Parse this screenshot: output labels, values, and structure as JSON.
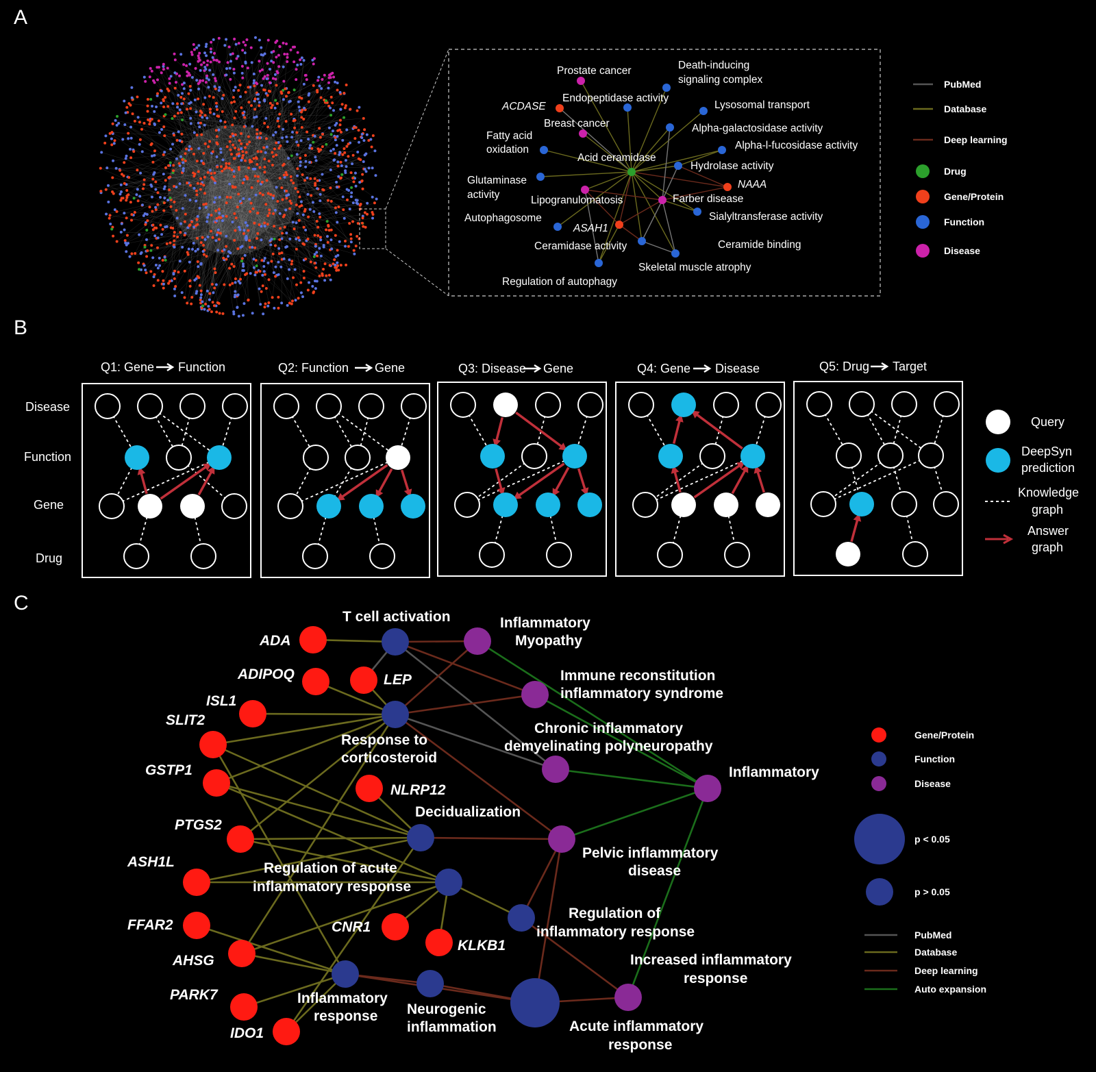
{
  "panels": {
    "a": "A",
    "b": "B",
    "c": "C"
  },
  "colors": {
    "pubmed": "#555555",
    "database": "#6b6a1e",
    "deep_learning": "#6b2a1c",
    "auto_expansion": "#1b6e1b",
    "drug": "#2ca02c",
    "gene": "#f0401c",
    "function": "#2a66d6",
    "disease": "#cc22aa",
    "query": "#ffffff",
    "prediction": "#1ab8e6",
    "answer": "#c0303a",
    "c_gene": "#ff1a12",
    "c_function": "#2b3a8f",
    "c_disease": "#8a2a96"
  },
  "panel_a": {
    "center": "Acid ceramidase",
    "nodes": [
      {
        "label": "Prostate cancer",
        "type": "disease"
      },
      {
        "label": "Death-inducing",
        "type": "function"
      },
      {
        "label": "signaling complex",
        "type": "function"
      },
      {
        "label": "ACDASE",
        "type": "gene"
      },
      {
        "label": "Endopeptidase activity",
        "type": "function"
      },
      {
        "label": "Lysosomal transport",
        "type": "function"
      },
      {
        "label": "Breast cancer",
        "type": "disease"
      },
      {
        "label": "Alpha-galactosidase activity",
        "type": "function"
      },
      {
        "label": "Fatty acid",
        "type": "function"
      },
      {
        "label": "oxidation",
        "type": "function"
      },
      {
        "label": "Alpha-l-fucosidase activity",
        "type": "function"
      },
      {
        "label": "Acid ceramidase",
        "type": "drug"
      },
      {
        "label": "Hydrolase activity",
        "type": "function"
      },
      {
        "label": "Glutaminase",
        "type": "function"
      },
      {
        "label": "activity",
        "type": "function"
      },
      {
        "label": "NAAA",
        "type": "gene"
      },
      {
        "label": "Lipogranulomatosis",
        "type": "disease"
      },
      {
        "label": "Farber disease",
        "type": "disease"
      },
      {
        "label": "Autophagosome",
        "type": "function"
      },
      {
        "label": "Sialyltransferase activity",
        "type": "function"
      },
      {
        "label": "ASAH1",
        "type": "gene"
      },
      {
        "label": "Ceramidase activity",
        "type": "function"
      },
      {
        "label": "Ceramide binding",
        "type": "function"
      },
      {
        "label": "Skeletal muscle atrophy",
        "type": "function"
      },
      {
        "label": "Regulation of autophagy",
        "type": "function"
      }
    ],
    "legend": [
      {
        "label": "PubMed",
        "kind": "line",
        "color": "#555555"
      },
      {
        "label": "Database",
        "kind": "line",
        "color": "#6b6a1e"
      },
      {
        "label": "Deep learning",
        "kind": "line",
        "color": "#6b2a1c"
      },
      {
        "label": "Drug",
        "kind": "dot",
        "color": "#2ca02c"
      },
      {
        "label": "Gene/Protein",
        "kind": "dot",
        "color": "#f0401c"
      },
      {
        "label": "Function",
        "kind": "dot",
        "color": "#2a66d6"
      },
      {
        "label": "Disease",
        "kind": "dot",
        "color": "#cc22aa"
      }
    ]
  },
  "panel_b": {
    "row_labels": [
      "Disease",
      "Function",
      "Gene",
      "Drug"
    ],
    "queries": [
      {
        "pre": "Q1: Gene",
        "post": "Function"
      },
      {
        "pre": "Q2: Function",
        "post": "Gene"
      },
      {
        "pre": "Q3: Disease",
        "post": "Gene"
      },
      {
        "pre": "Q4: Gene",
        "post": "Disease"
      },
      {
        "pre": "Q5: Drug",
        "post": "Target"
      }
    ],
    "legend": {
      "query": "Query",
      "prediction": [
        "DeepSyn",
        "prediction"
      ],
      "knowledge": [
        "Knowledge",
        "graph"
      ],
      "answer": [
        "Answer",
        "graph"
      ]
    }
  },
  "panel_c": {
    "genes": [
      "ADA",
      "ADIPOQ",
      "LEP",
      "ISL1",
      "SLIT2",
      "GSTP1",
      "NLRP12",
      "PTGS2",
      "ASH1L",
      "FFAR2",
      "CNR1",
      "KLKB1",
      "AHSG",
      "PARK7",
      "IDO1"
    ],
    "functions": [
      [
        "T cell activation"
      ],
      [
        "Response to",
        "corticosteroid"
      ],
      [
        "Decidualization"
      ],
      [
        "Regulation of acute",
        "inflammatory response"
      ],
      [
        "Regulation of",
        "inflammatory response"
      ],
      [
        "Inflammatory",
        "response"
      ],
      [
        "Neurogenic",
        "inflammation"
      ]
    ],
    "diseases": [
      [
        "Inflammatory",
        "Myopathy"
      ],
      [
        "Immune reconstitution",
        "inflammatory syndrome"
      ],
      [
        "Chronic inflammatory",
        "demyelinating polyneuropathy"
      ],
      [
        "Inflammatory"
      ],
      [
        "Pelvic inflammatory",
        "disease"
      ],
      [
        "Increased inflammatory",
        "response"
      ],
      [
        "Acute inflammatory",
        "response"
      ]
    ],
    "legend": {
      "gene": "Gene/Protein",
      "function": "Function",
      "disease": "Disease",
      "p_sig": "p < 0.05",
      "p_ns": "p > 0.05",
      "pubmed": "PubMed",
      "database": "Database",
      "deep_learning": "Deep learning",
      "auto_expansion": "Auto expansion"
    }
  }
}
